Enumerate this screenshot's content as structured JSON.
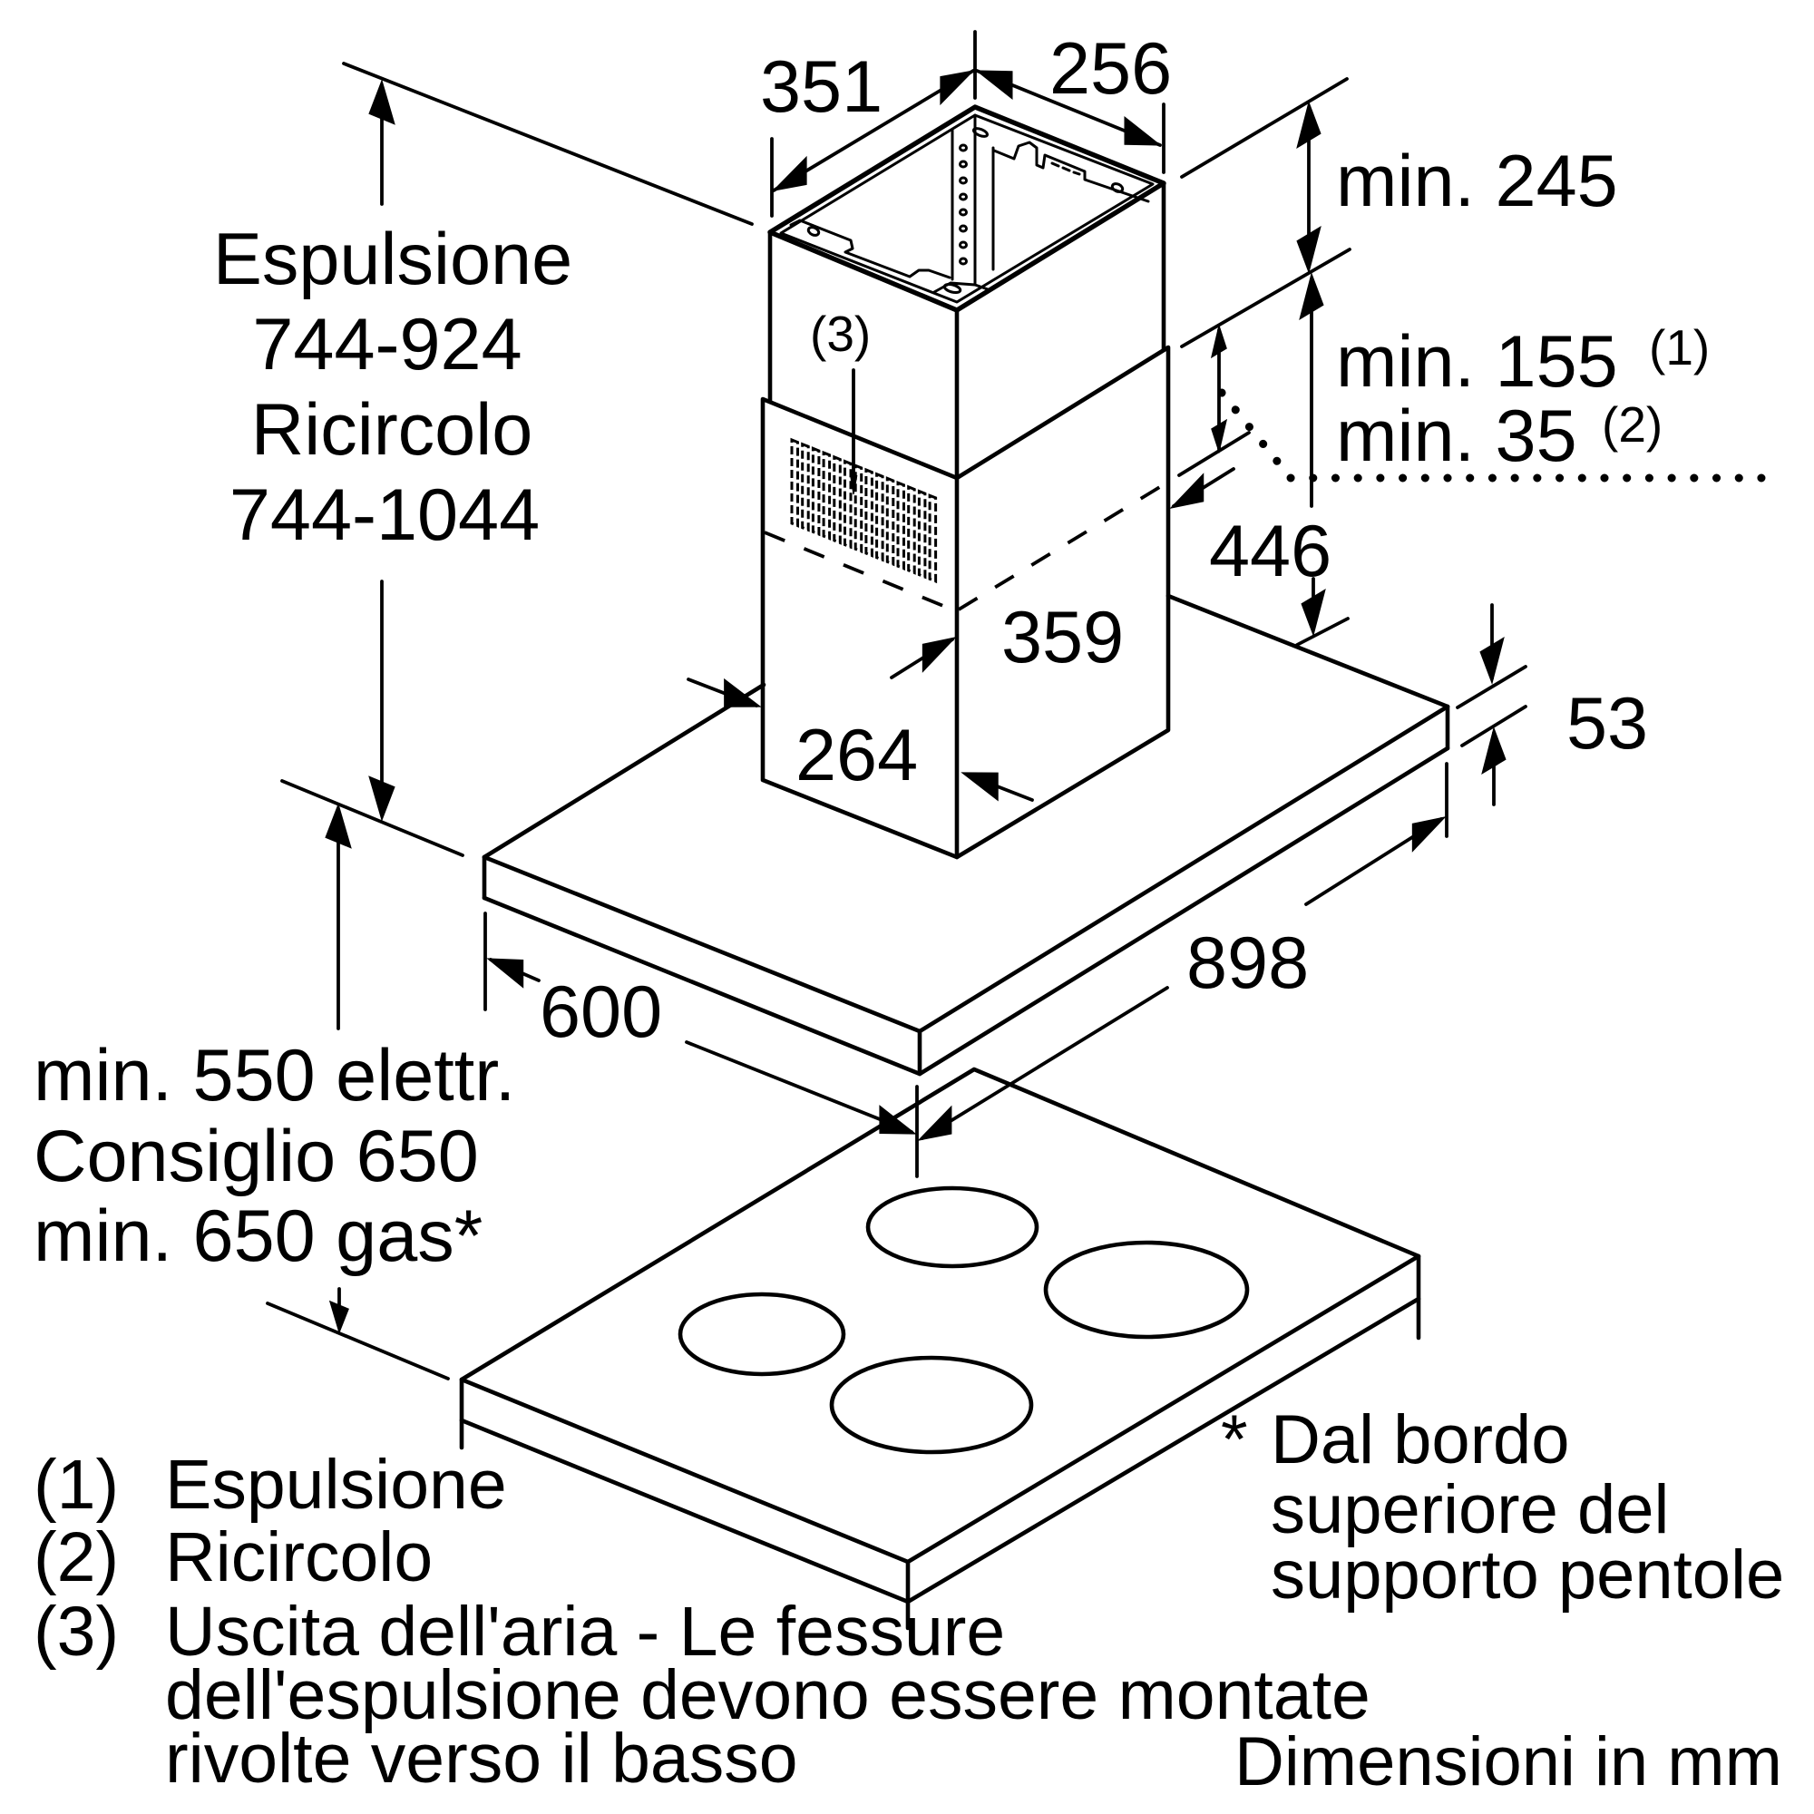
{
  "drawing": {
    "height_label": {
      "lines": [
        "Espulsione",
        "744-924",
        "Ricircolo",
        "744-1044"
      ]
    },
    "chimney": {
      "top_depth": "351",
      "top_width": "256",
      "air_outlet_ref": "(3)",
      "sleeve_height": "446",
      "sleeve_width": "359",
      "sleeve_depth": "264"
    },
    "clearances": {
      "ceiling_min": "min. 245",
      "exhaust_min": "min. 155",
      "exhaust_ref": "(1)",
      "recirculation_min": "min. 35",
      "recirculation_ref": "(2)"
    },
    "hood": {
      "width": "898",
      "depth": "600",
      "thickness": "53"
    },
    "hob_distance": {
      "lines": [
        "min. 550 elettr.",
        "Consiglio 650",
        "min. 650 gas*"
      ]
    }
  },
  "footnote": {
    "marker": "*",
    "lines": [
      "Dal bordo",
      "superiore del",
      "supporto pentole"
    ]
  },
  "legend": [
    {
      "ref": "(1)",
      "lines": [
        "Espulsione"
      ]
    },
    {
      "ref": "(2)",
      "lines": [
        "Ricircolo"
      ]
    },
    {
      "ref": "(3)",
      "lines": [
        "Uscita dell'aria - Le fessure",
        "dell'espulsione devono essere montate",
        "rivolte verso il basso"
      ]
    }
  ],
  "units_note": "Dimensioni in mm"
}
